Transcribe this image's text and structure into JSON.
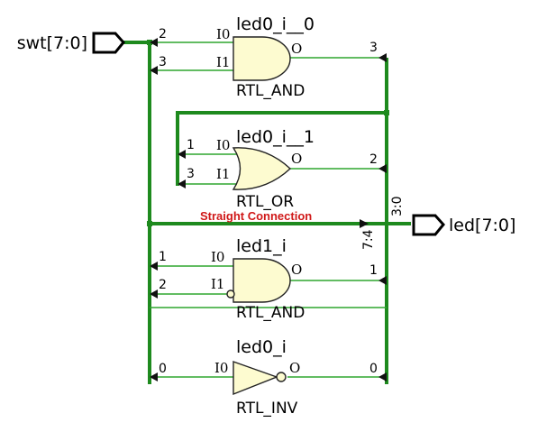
{
  "colors": {
    "wire": "#1e8a1e",
    "gate_fill": "#fdfbd0",
    "annotation": "#d01818"
  },
  "ports": {
    "input": "swt[7:0]",
    "output": "led[7:0]"
  },
  "annotation": "Straight Connection",
  "bus_labels": {
    "top": "3:0",
    "bottom": "7:4"
  },
  "gates": [
    {
      "instance": "led0_i__0",
      "type": "RTL_AND",
      "in0_name": "I0",
      "in1_name": "I1",
      "out_name": "O",
      "in0_index": "2",
      "in1_index": "3",
      "out_index": "3"
    },
    {
      "instance": "led0_i__1",
      "type": "RTL_OR",
      "in0_name": "I0",
      "in1_name": "I1",
      "out_name": "O",
      "in0_index": "1",
      "in1_index": "3",
      "out_index": "2"
    },
    {
      "instance": "led1_i",
      "type": "RTL_AND",
      "in0_name": "I0",
      "in1_name": "I1",
      "out_name": "O",
      "in0_index": "1",
      "in1_index": "2",
      "out_index": "1"
    },
    {
      "instance": "led0_i",
      "type": "RTL_INV",
      "in0_name": "I0",
      "out_name": "O",
      "in0_index": "0",
      "out_index": "0"
    }
  ]
}
